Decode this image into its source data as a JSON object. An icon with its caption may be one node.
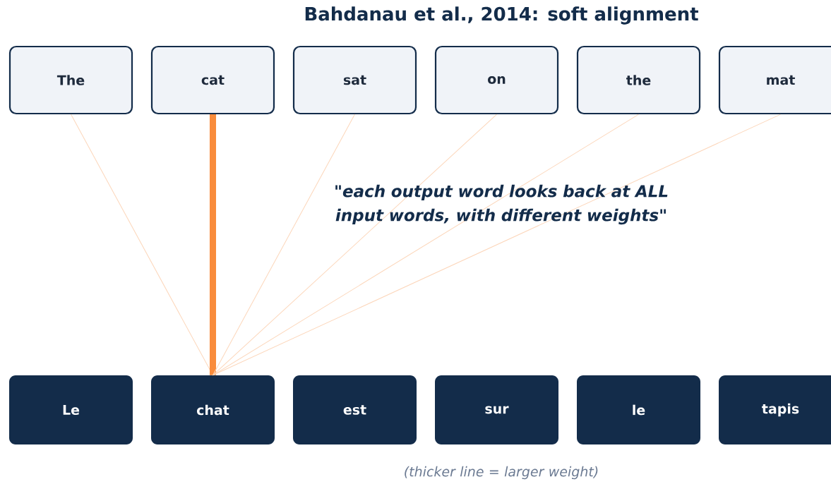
{
  "diagram": {
    "title": "Bahdanau et al., 2014:  soft alignment",
    "nodes": [
      {
        "text": [
          "The"
        ]
      },
      {
        "text": [
          "cat"
        ]
      },
      {
        "text": [
          "sat"
        ]
      },
      {
        "text": [
          "on"
        ]
      },
      {
        "text": [
          "the"
        ]
      },
      {
        "text": [
          "mat"
        ]
      },
      {
        "text": [
          "Le"
        ]
      },
      {
        "text": [
          "chat"
        ]
      },
      {
        "text": [
          "est"
        ]
      },
      {
        "text": [
          "sur"
        ]
      },
      {
        "text": [
          "le"
        ]
      },
      {
        "text": [
          "tapis"
        ]
      }
    ],
    "edges": [
      {
        "from": 0,
        "to": 7,
        "arrow": "none"
      },
      {
        "from": 1,
        "to": 7,
        "arrow": "none",
        "style": "thick",
        "color": "#f98c3c"
      },
      {
        "from": 2,
        "to": 7,
        "arrow": "none"
      },
      {
        "from": 3,
        "to": 7,
        "arrow": "none"
      },
      {
        "from": 4,
        "to": 7,
        "arrow": "none"
      },
      {
        "from": 5,
        "to": 7,
        "arrow": "none"
      }
    ],
    "labels": [
      "\"each output word looks back at ALL input words, with different weights\"",
      "(thicker line = larger weight)"
    ]
  }
}
